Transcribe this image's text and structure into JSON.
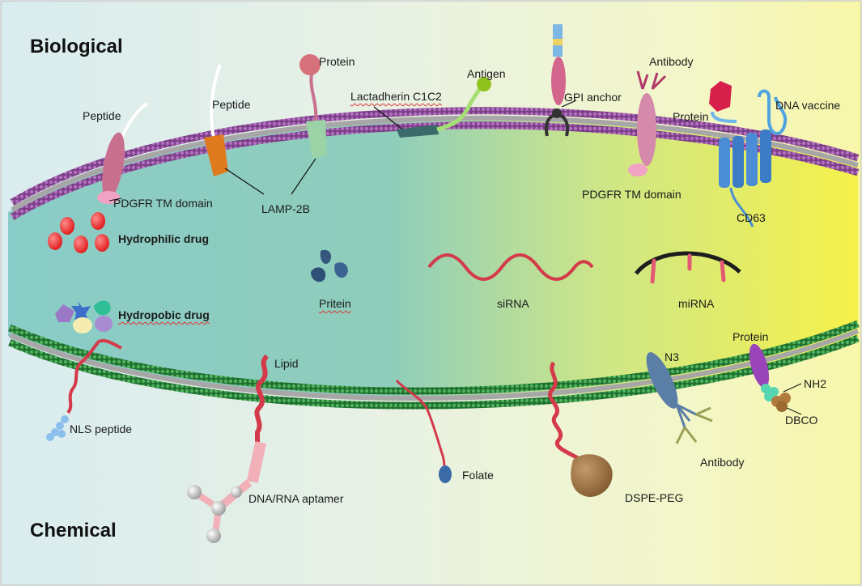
{
  "sections": {
    "top": "Biological",
    "bottom": "Chemical"
  },
  "biological_labels": {
    "peptide_left": "Peptide",
    "peptide_right": "Peptide",
    "protein_lamp": "Protein",
    "lactadherin": "Lactadherin C1C2",
    "antigen": "Antigen",
    "gpi_anchor": "GPI anchor",
    "antibody": "Antibody",
    "protein_dna": "Protein",
    "dna_vaccine": "DNA vaccine",
    "pdgfr_left": "PDGFR TM domain",
    "lamp2b": "LAMP-2B",
    "pdgfr_right": "PDGFR TM domain",
    "cd63": "CD63"
  },
  "cargo_labels": {
    "hydrophilic": "Hydrophilic drug",
    "hydrophobic": "Hydropobic drug",
    "protein": "Pritein",
    "sirna": "siRNA",
    "mirna": "miRNA"
  },
  "chemical_labels": {
    "lipid": "Lipid",
    "nls": "NLS peptide",
    "aptamer": "DNA/RNA aptamer",
    "folate": "Folate",
    "dspe_peg": "DSPE-PEG",
    "n3": "N3",
    "antibody": "Antibody",
    "protein": "Protein",
    "nh2": "NH2",
    "dbco": "DBCO"
  },
  "colors": {
    "membrane_top": "#8a4a8c",
    "membrane_bottom": "#2e8a3e",
    "lipid_chain": "#d43a4a",
    "interior_left": "#7cc6c0",
    "interior_right": "#f2f060"
  }
}
